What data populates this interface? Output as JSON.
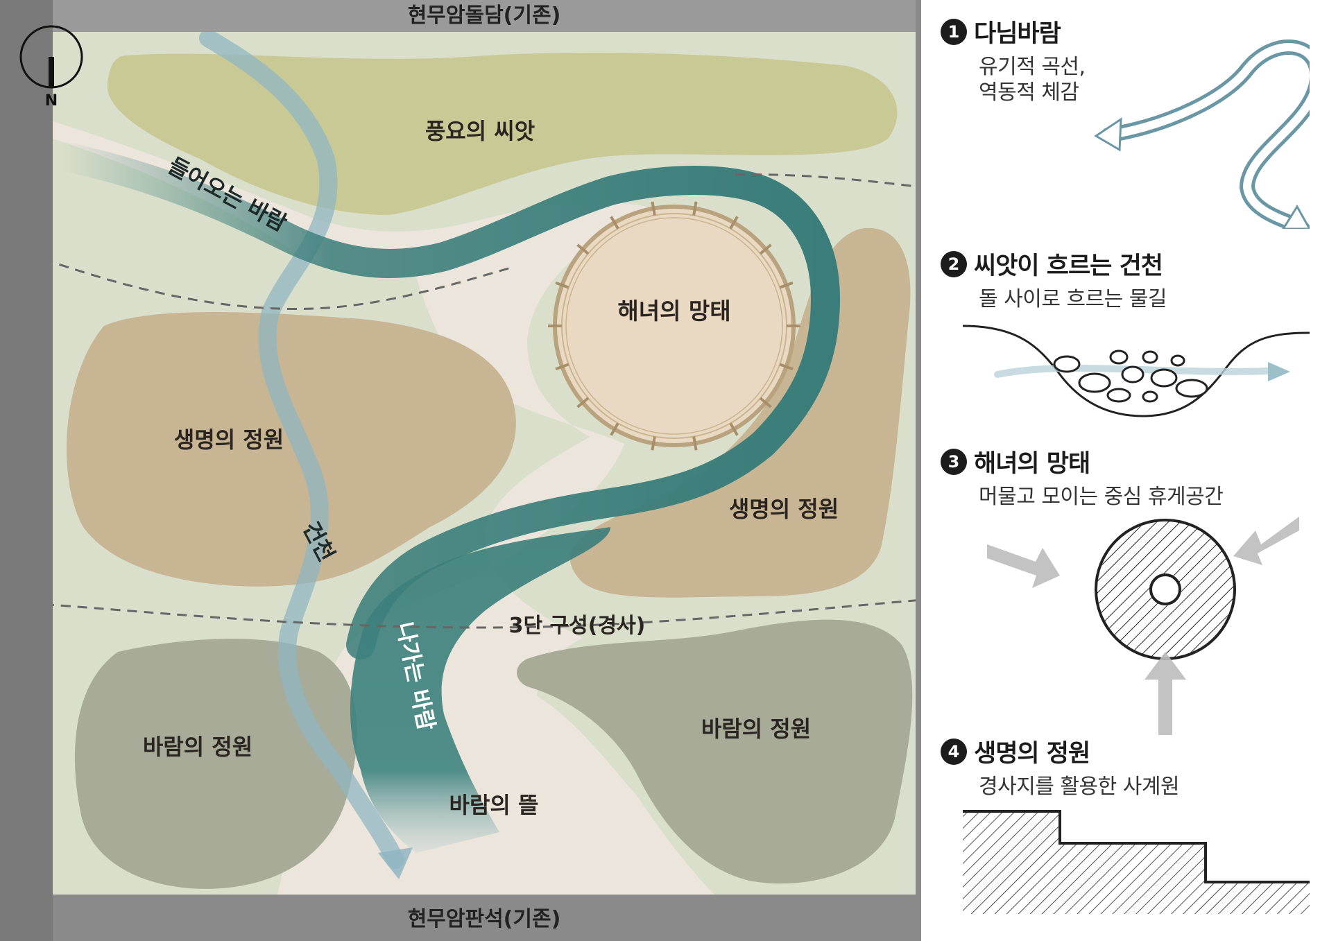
{
  "plan": {
    "walls": {
      "top": "현무암돌담(기존)",
      "bottom": "현무암판석(기존)"
    },
    "north": "N",
    "zones": {
      "abundance": "풍요의 씨앗",
      "haenyeo": "해녀의 망태",
      "life_left": "생명의 정원",
      "life_right": "생명의 정원",
      "wind_left": "바람의 정원",
      "wind_right": "바람의 정원",
      "wind_yard": "바람의 뜰",
      "terrace": "3단 구성(경사)"
    },
    "flows": {
      "incoming": "들어오는 바람",
      "outgoing": "나가는 바람",
      "stream": "건천"
    }
  },
  "legend": [
    {
      "num": "1",
      "title": "다님바람",
      "desc": [
        "유기적 곡선,",
        "역동적 체감"
      ]
    },
    {
      "num": "2",
      "title": "씨앗이 흐르는 건천",
      "desc": [
        "돌 사이로 흐르는 물길"
      ]
    },
    {
      "num": "3",
      "title": "해녀의 망태",
      "desc": [
        "머물고 모이는 중심 휴게공간"
      ]
    },
    {
      "num": "4",
      "title": "생명의 정원",
      "desc": [
        "경사지를 활용한 사계원"
      ]
    }
  ],
  "colors": {
    "frame": "#8a8a8a",
    "ground": "#d9dfca",
    "path": "#ebe5dc",
    "abundance": "#c9c996",
    "life": "#c7b594",
    "wind": "#a7ab98",
    "river": "#3d7f7a",
    "stream": "#90b6c2"
  }
}
